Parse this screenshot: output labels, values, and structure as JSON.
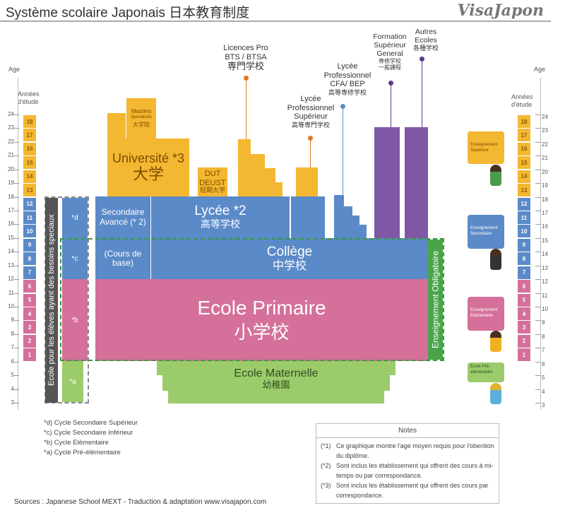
{
  "header": {
    "title": "Système scolaire Japonais  日本教育制度",
    "logo": "VisaJapon"
  },
  "axes": {
    "age_label": "Age",
    "years_label_1": "Années",
    "years_label_2": "d'étude",
    "ages": [
      "24",
      "23",
      "22",
      "21",
      "20",
      "19",
      "18",
      "17",
      "16",
      "15",
      "14",
      "13",
      "12",
      "11",
      "10",
      "9",
      "8",
      "7",
      "6",
      "5",
      "4",
      "3"
    ],
    "years": [
      "18",
      "17",
      "16",
      "15",
      "14",
      "13",
      "12",
      "11",
      "10",
      "9",
      "8",
      "7",
      "6",
      "5",
      "4",
      "3",
      "2",
      "1"
    ]
  },
  "blocks": {
    "special": "Ecole pour les élèves ayant des besoins speciaux",
    "d": "*d",
    "c": "*c",
    "b": "*b",
    "a": "*a",
    "obligatoire": "Enseignement Obligatoire",
    "sec_avance_1": "Secondaire",
    "sec_avance_2": "Avancé (* 2)",
    "cours_base_1": "(Cours de",
    "cours_base_2": "base)",
    "lycee": "Lycée *2",
    "lycee_jp": "高等学校",
    "college": "Collège",
    "college_jp": "中学校",
    "primaire": "Ecole Primaire",
    "primaire_jp": "小学校",
    "maternelle": "Ecole Maternelle",
    "maternelle_jp": "幼稚園",
    "universite": "Université *3",
    "universite_jp": "大学",
    "masters_1": "Masters",
    "masters_2": "Specialisés",
    "masters_jp": "大学院",
    "dut_1": "DUT",
    "dut_2": "DEUST",
    "dut_jp": "短期大学"
  },
  "callouts": {
    "licences": [
      "Licences Pro",
      "BTS / BTSA",
      "専門学校"
    ],
    "lycee_pro_sup": [
      "Lycée",
      "Professionnel",
      "Supérieur",
      "高等専門学校"
    ],
    "lycee_pro_cfa": [
      "Lycée",
      "Professionnel",
      "CFA/ BEP",
      "高等専修学校"
    ],
    "formation": [
      "Formation",
      "Supérieur",
      "General",
      "専修学校",
      "一般課程"
    ],
    "autres": [
      "Autres",
      "Ecoles",
      "各種学校"
    ]
  },
  "bubbles": {
    "sup": "Enseignement Supérieur",
    "sec": "Enseignement Secondaire",
    "elem": "Enseignement Elémentaire",
    "pre": "Ecole Pré-élémentaire"
  },
  "legend": [
    "*d) Cycle Secondaire Supérieur",
    "*c) Cycle Secondaire Inférieur",
    "*b) Cycle Elémentaire",
    "*a)  Cycle Pré-élémentaire"
  ],
  "notes": {
    "title": "Notes",
    "items": [
      {
        "k": "(*1)",
        "t": "Ce graphique montre l'age moyen requis pour l'obention du diplôme."
      },
      {
        "k": "(*2)",
        "t": "Sont inclus les établissement qui offrent des cours à mi-temps ou par correspondance."
      },
      {
        "k": "(*3)",
        "t": "Sont inclus les établissement qui offrent des cours par correspondance."
      }
    ]
  },
  "footer": "Sources : Japanese School MEXT - Traduction & adaptation  www.visajapon.com",
  "colors": {
    "sup": "#f4b731",
    "sec": "#5b8ac8",
    "elem": "#d4709a",
    "pre": "#9ccb6b",
    "purple": "#7f57a4"
  }
}
